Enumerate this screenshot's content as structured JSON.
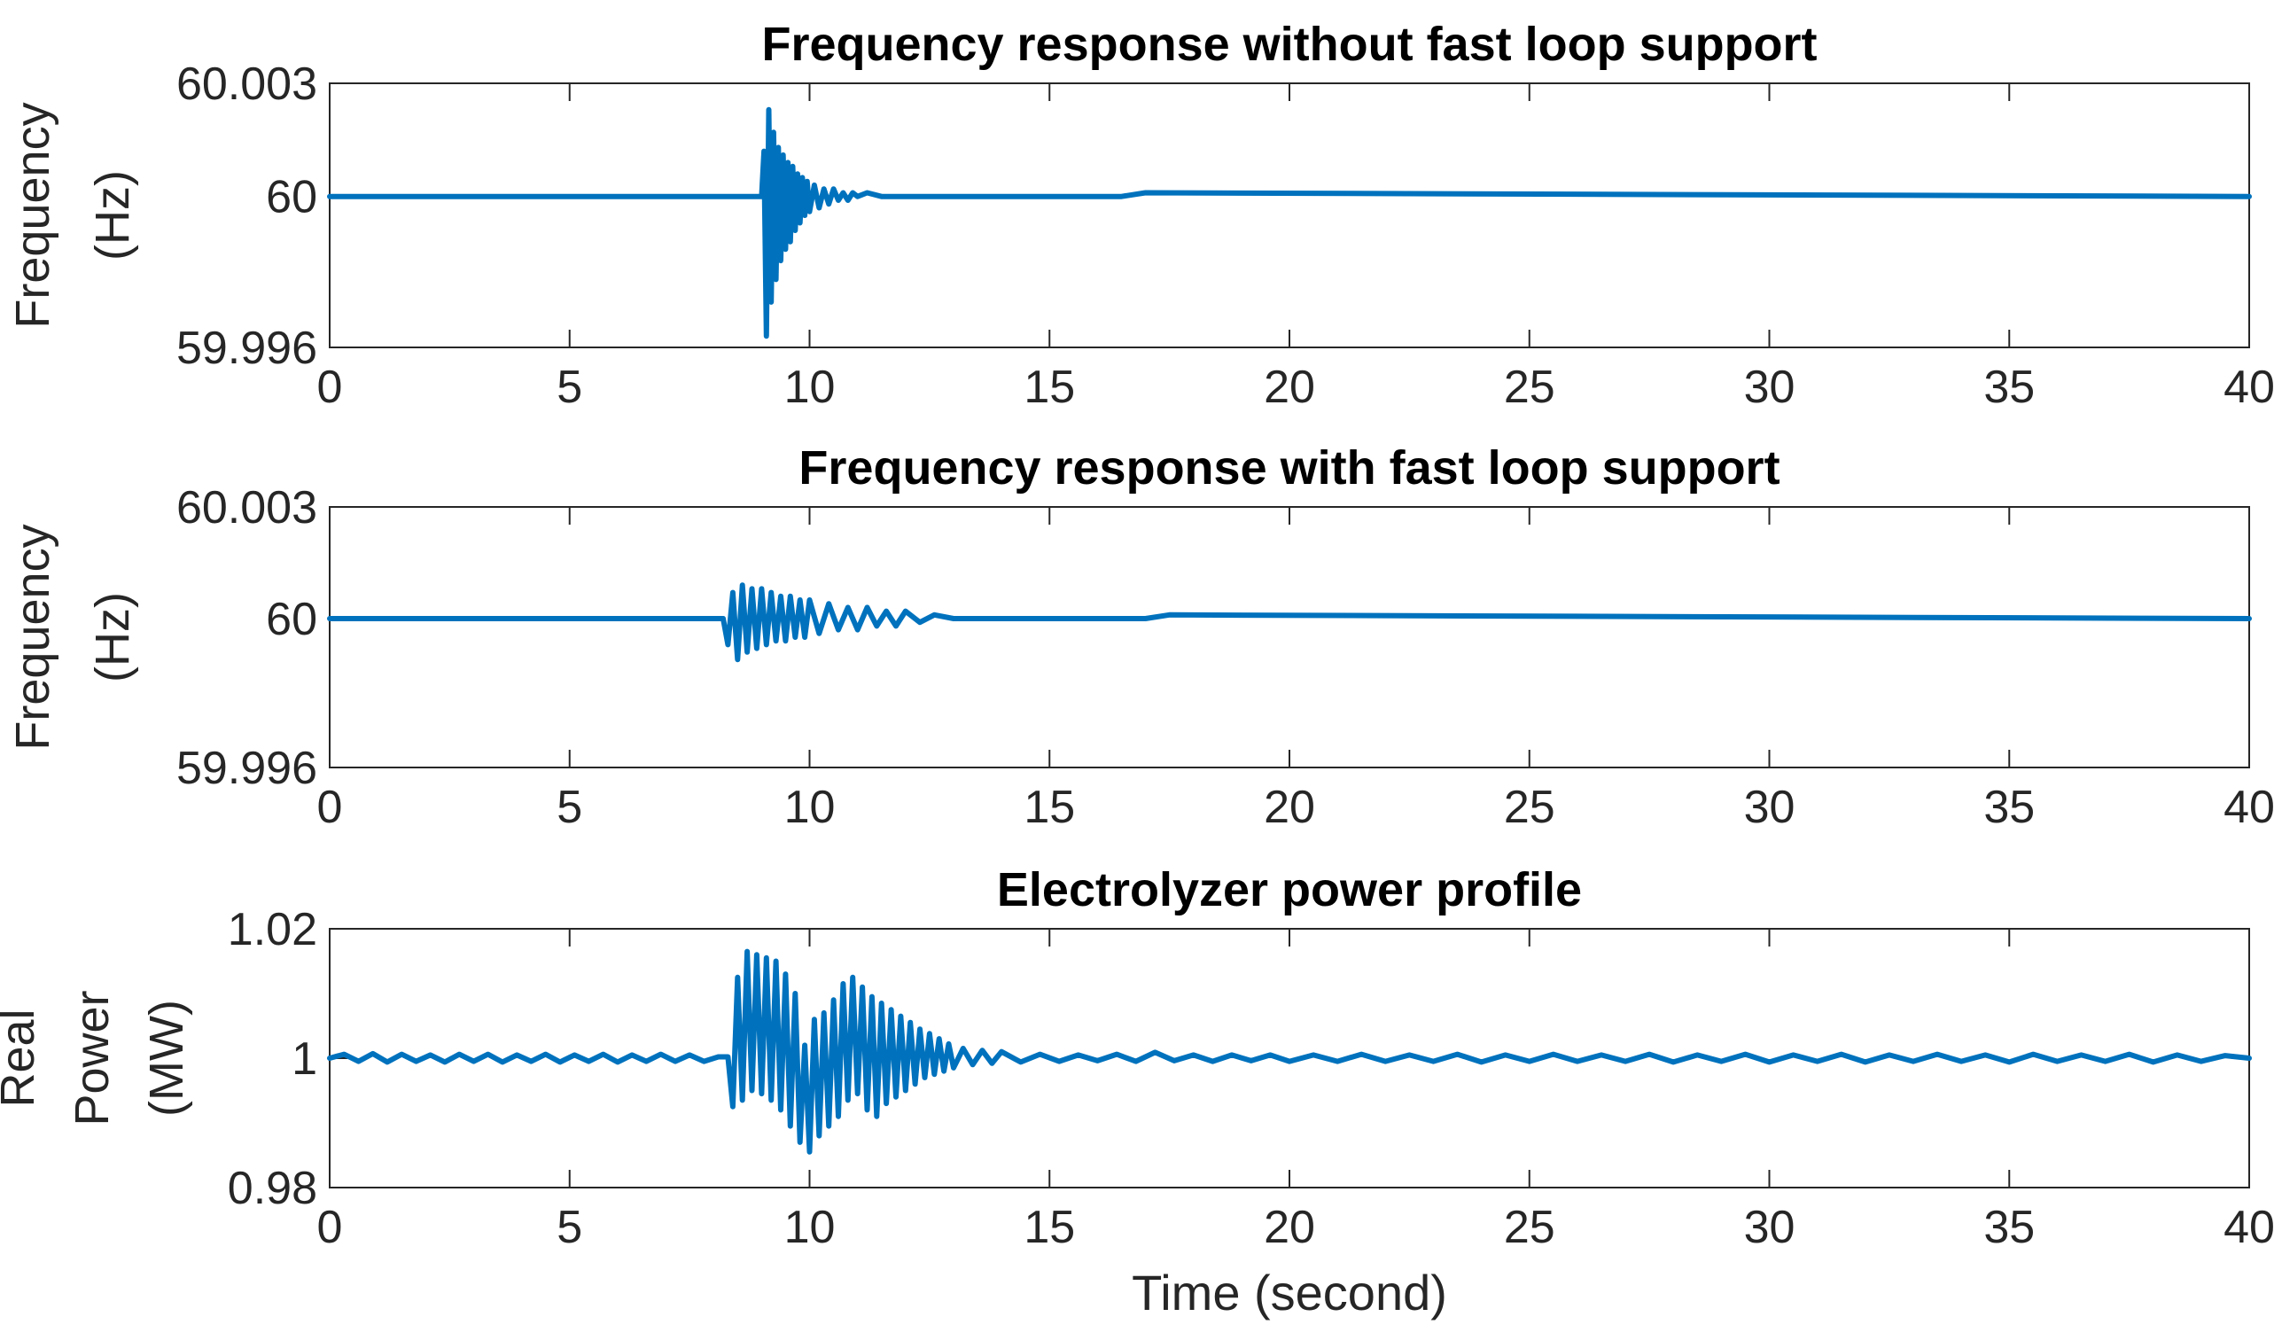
{
  "colors": {
    "line": "#0072BD",
    "axis": "#262626"
  },
  "chart_data": [
    {
      "type": "line",
      "title": "Frequency response without fast loop support",
      "ylabel": [
        "Frequency",
        "(Hz)"
      ],
      "xlabel": "",
      "xlim": [
        0,
        40
      ],
      "ylim": [
        59.996,
        60.003
      ],
      "xticks": [
        0,
        5,
        10,
        15,
        20,
        25,
        30,
        35,
        40
      ],
      "xtick_labels": [
        "0",
        "5",
        "10",
        "15",
        "20",
        "25",
        "30",
        "35",
        "40"
      ],
      "yticks": [
        59.996,
        60,
        60.003
      ],
      "ytick_labels": [
        "59.996",
        "60",
        "60.003"
      ],
      "series": [
        {
          "x": [
            0,
            9.0,
            9.05,
            9.1,
            9.15,
            9.2,
            9.25,
            9.3,
            9.35,
            9.4,
            9.45,
            9.5,
            9.55,
            9.6,
            9.65,
            9.7,
            9.75,
            9.8,
            9.85,
            9.9,
            9.95,
            10.0,
            10.1,
            10.2,
            10.3,
            10.4,
            10.5,
            10.6,
            10.7,
            10.8,
            10.9,
            11.0,
            11.2,
            11.5,
            12.0,
            16.5,
            17.0,
            40
          ],
          "y": [
            60,
            60,
            60.0012,
            59.9963,
            60.0023,
            59.9972,
            60.0017,
            59.9978,
            60.0013,
            59.9983,
            60.0011,
            59.9986,
            60.0009,
            59.9988,
            60.0008,
            59.9991,
            60.0006,
            59.9993,
            60.0005,
            59.9995,
            60.0004,
            59.9996,
            60.0003,
            59.9997,
            60.0002,
            59.9998,
            60.0002,
            59.9999,
            60.0001,
            59.9999,
            60.0001,
            60,
            60.0001,
            60,
            60,
            60,
            60.0001,
            60
          ]
        }
      ]
    },
    {
      "type": "line",
      "title": "Frequency response with fast loop support",
      "ylabel": [
        "Frequency",
        "(Hz)"
      ],
      "xlabel": "",
      "xlim": [
        0,
        40
      ],
      "ylim": [
        59.996,
        60.003
      ],
      "xticks": [
        0,
        5,
        10,
        15,
        20,
        25,
        30,
        35,
        40
      ],
      "xtick_labels": [
        "0",
        "5",
        "10",
        "15",
        "20",
        "25",
        "30",
        "35",
        "40"
      ],
      "yticks": [
        59.996,
        60,
        60.003
      ],
      "ytick_labels": [
        "59.996",
        "60",
        "60.003"
      ],
      "series": [
        {
          "x": [
            0,
            8.2,
            8.3,
            8.4,
            8.5,
            8.6,
            8.7,
            8.8,
            8.9,
            9.0,
            9.1,
            9.2,
            9.3,
            9.4,
            9.5,
            9.6,
            9.7,
            9.8,
            9.9,
            10.0,
            10.2,
            10.4,
            10.6,
            10.8,
            11.0,
            11.2,
            11.4,
            11.6,
            11.8,
            12.0,
            12.3,
            12.6,
            13.0,
            17.0,
            17.5,
            40
          ],
          "y": [
            60,
            60,
            59.9993,
            60.0007,
            59.9989,
            60.0009,
            59.9991,
            60.0008,
            59.9992,
            60.0008,
            59.9993,
            60.0007,
            59.9994,
            60.0006,
            59.9994,
            60.0006,
            59.9995,
            60.0005,
            59.9995,
            60.0005,
            59.9996,
            60.0004,
            59.9997,
            60.0003,
            59.9997,
            60.0003,
            59.9998,
            60.0002,
            59.9998,
            60.0002,
            59.9999,
            60.0001,
            60,
            60,
            60.0001,
            60
          ]
        }
      ]
    },
    {
      "type": "line",
      "title": "Electrolyzer power profile",
      "ylabel": [
        "Real",
        "Power",
        "(MW)"
      ],
      "xlabel": "Time (second)",
      "xlim": [
        0,
        40
      ],
      "ylim": [
        0.98,
        1.02
      ],
      "xticks": [
        0,
        5,
        10,
        15,
        20,
        25,
        30,
        35,
        40
      ],
      "xtick_labels": [
        "0",
        "5",
        "10",
        "15",
        "20",
        "25",
        "30",
        "35",
        "40"
      ],
      "yticks": [
        0.98,
        1,
        1.02
      ],
      "ytick_labels": [
        "0.98",
        "1",
        "1.02"
      ],
      "series": [
        {
          "x": [
            0,
            0.3,
            0.6,
            0.9,
            1.2,
            1.5,
            1.8,
            2.1,
            2.4,
            2.7,
            3.0,
            3.3,
            3.6,
            3.9,
            4.2,
            4.5,
            4.8,
            5.1,
            5.4,
            5.7,
            6.0,
            6.3,
            6.6,
            6.9,
            7.2,
            7.5,
            7.8,
            8.1,
            8.3,
            8.4,
            8.5,
            8.6,
            8.7,
            8.8,
            8.9,
            9.0,
            9.1,
            9.2,
            9.3,
            9.4,
            9.5,
            9.6,
            9.7,
            9.8,
            9.9,
            10.0,
            10.1,
            10.2,
            10.3,
            10.4,
            10.5,
            10.6,
            10.7,
            10.8,
            10.9,
            11.0,
            11.1,
            11.2,
            11.3,
            11.4,
            11.5,
            11.6,
            11.7,
            11.8,
            11.9,
            12.0,
            12.1,
            12.2,
            12.3,
            12.4,
            12.5,
            12.6,
            12.7,
            12.8,
            12.9,
            13.0,
            13.2,
            13.4,
            13.6,
            13.8,
            14.0,
            14.4,
            14.8,
            15.2,
            15.6,
            16.0,
            16.4,
            16.8,
            17.2,
            17.6,
            18.0,
            18.4,
            18.8,
            19.2,
            19.6,
            20.0,
            20.5,
            21.0,
            21.5,
            22.0,
            22.5,
            23.0,
            23.5,
            24.0,
            24.5,
            25.0,
            25.5,
            26.0,
            26.5,
            27.0,
            27.5,
            28.0,
            28.5,
            29.0,
            29.5,
            30.0,
            30.5,
            31.0,
            31.5,
            32.0,
            32.5,
            33.0,
            33.5,
            34.0,
            34.5,
            35.0,
            35.5,
            36.0,
            36.5,
            37.0,
            37.5,
            38.0,
            38.5,
            39.0,
            39.5,
            40
          ],
          "y": [
            1.0,
            1.0006,
            0.9995,
            1.0007,
            0.9994,
            1.0006,
            0.9995,
            1.0005,
            0.9994,
            1.0006,
            0.9995,
            1.0006,
            0.9994,
            1.0005,
            0.9995,
            1.0006,
            0.9994,
            1.0005,
            0.9995,
            1.0006,
            0.9994,
            1.0005,
            0.9995,
            1.0006,
            0.9995,
            1.0005,
            0.9995,
            1.0002,
            1.0002,
            0.9925,
            1.0125,
            0.9935,
            1.0165,
            0.995,
            1.016,
            0.9945,
            1.0155,
            0.9935,
            1.015,
            0.992,
            1.013,
            0.9895,
            1.01,
            0.987,
            1.002,
            0.9855,
            1.006,
            0.988,
            1.007,
            0.9895,
            1.009,
            0.991,
            1.0115,
            0.9935,
            1.0125,
            0.9945,
            1.011,
            0.992,
            1.0095,
            0.991,
            1.0085,
            0.993,
            1.0075,
            0.994,
            1.0065,
            0.995,
            1.0055,
            0.996,
            1.0045,
            0.997,
            1.0038,
            0.9975,
            1.003,
            0.998,
            1.0022,
            0.9985,
            1.0015,
            0.999,
            1.0012,
            0.9992,
            1.001,
            0.9994,
            1.0006,
            0.9995,
            1.0005,
            0.9996,
            1.0006,
            0.9995,
            1.0009,
            0.9996,
            1.0005,
            0.9995,
            1.0005,
            0.9996,
            1.0005,
            0.9995,
            1.0005,
            0.9995,
            1.0006,
            0.9995,
            1.0005,
            0.9995,
            1.0006,
            0.9994,
            1.0005,
            0.9995,
            1.0006,
            0.9995,
            1.0005,
            0.9995,
            1.0006,
            0.9994,
            1.0005,
            0.9995,
            1.0006,
            0.9994,
            1.0005,
            0.9995,
            1.0006,
            0.9994,
            1.0005,
            0.9995,
            1.0006,
            0.9995,
            1.0005,
            0.9994,
            1.0006,
            0.9995,
            1.0005,
            0.9995,
            1.0006,
            0.9994,
            1.0005,
            0.9995,
            1.0004,
            1.0
          ]
        }
      ]
    }
  ]
}
